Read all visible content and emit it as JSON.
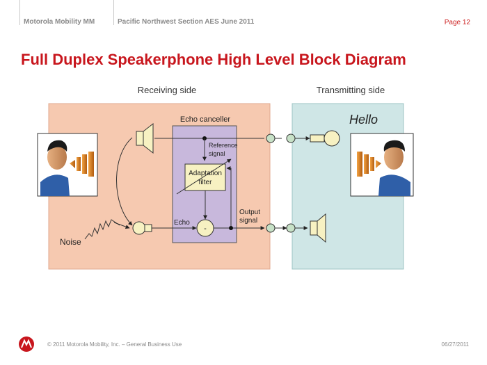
{
  "header": {
    "company": "Motorola Mobility MM",
    "event": "Pacific Northwest  Section AES June 2011",
    "page": "Page 12"
  },
  "title": "Full Duplex Speakerphone High Level Block Diagram",
  "diagram": {
    "receiving_label": "Receiving side",
    "transmitting_label": "Transmitting side",
    "echo_canceller_label": "Echo canceller",
    "reference_line1": "Reference",
    "reference_line2": "signal",
    "adaptation_line1": "Adaptation",
    "adaptation_line2": "filter",
    "echo_label": "Echo",
    "output_line1": "Output",
    "output_line2": "signal",
    "noise_label": "Noise",
    "hello_label": "Hello",
    "subtract_symbol": "-",
    "colors": {
      "receiving_bg": "#f6c9b0",
      "transmitting_bg": "#cfe6e6",
      "canceller_bg": "#c8b8dc",
      "accent_red": "#c8161d"
    }
  },
  "footer": {
    "copyright": "© 2011 Motorola Mobility, Inc. – General Business Use",
    "date": "06/27/2011"
  }
}
